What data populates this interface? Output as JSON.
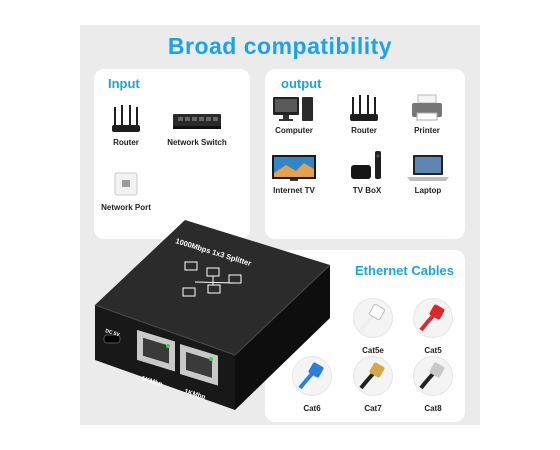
{
  "title": "Broad compatibility",
  "input": {
    "title": "Input",
    "items": [
      {
        "label": "Router",
        "icon": "router-icon"
      },
      {
        "label": "Network Switch",
        "icon": "network-switch-icon"
      },
      {
        "label": "Network Port",
        "icon": "network-port-icon"
      }
    ]
  },
  "output": {
    "title": "output",
    "items": [
      {
        "label": "Computer",
        "icon": "computer-icon"
      },
      {
        "label": "Router",
        "icon": "router-icon"
      },
      {
        "label": "Printer",
        "icon": "printer-icon"
      },
      {
        "label": "Internet TV",
        "icon": "tv-icon"
      },
      {
        "label": "TV BoX",
        "icon": "tv-box-icon"
      },
      {
        "label": "Laptop",
        "icon": "laptop-icon"
      }
    ]
  },
  "cables": {
    "title": "Ethernet Cables",
    "items": [
      {
        "label": "Cat5e",
        "color": "#ffffff"
      },
      {
        "label": "Cat5",
        "color": "#e0262b"
      },
      {
        "label": "Cat6",
        "color": "#2a7fd9"
      },
      {
        "label": "Cat7",
        "color": "#222222"
      },
      {
        "label": "Cat8",
        "color": "#222222"
      }
    ]
  },
  "device": {
    "name": "1000Mbps 1x3 Splitter",
    "power": "DC 5V",
    "port1": "1KMbp",
    "port2": "1KMbp"
  },
  "colors": {
    "accent": "#1aa3e8",
    "panel": "#ebebeb",
    "device": "#222222"
  }
}
